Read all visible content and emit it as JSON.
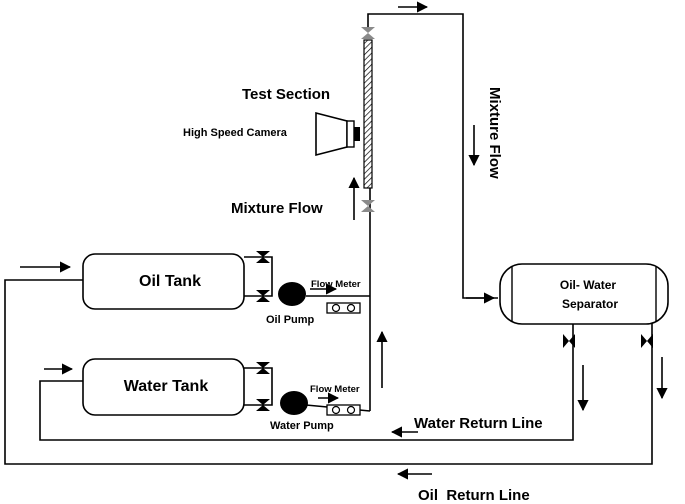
{
  "labels": {
    "test_section": "Test Section",
    "high_speed_camera": "High Speed Camera",
    "mixture_flow_left": "Mixture Flow",
    "mixture_flow_right": "Mixture Flow",
    "oil_tank": "Oil Tank",
    "water_tank": "Water Tank",
    "oil_pump": "Oil Pump",
    "water_pump": "Water Pump",
    "flow_meter_top": "Flow Meter",
    "flow_meter_bottom": "Flow Meter",
    "separator_line1": "Oil- Water",
    "separator_line2": "Separator",
    "water_return": "Water Return Line",
    "oil_return": "Oil  Return Line"
  }
}
